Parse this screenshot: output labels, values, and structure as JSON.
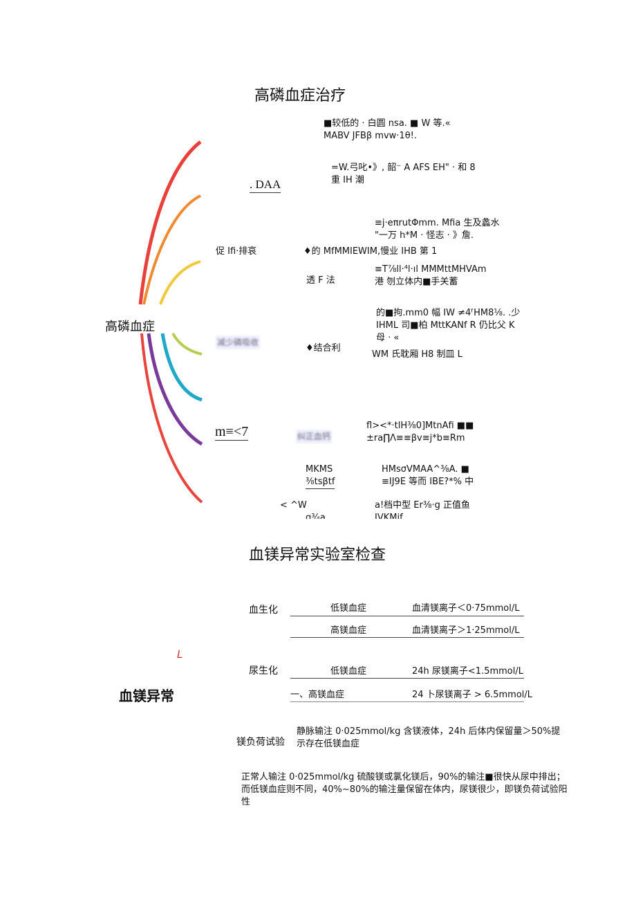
{
  "section1": {
    "title": "高磷血症治疗",
    "root": "高磷血症",
    "colors": {
      "red": "#e8403a",
      "orange": "#f08a30",
      "yellow": "#f2c73a",
      "lime": "#b8cc50",
      "cyan": "#20a8c8",
      "purple": "#7a3a9a",
      "red2": "#e8443c"
    },
    "branch_daa": ". DAA",
    "branch_promote": "促 Ifi·排哀",
    "branch_reduce": "减少磷吸收",
    "branch_m7": "m≡<7",
    "branch_correct": "纠正血钙",
    "blocks": [
      {
        "l1": "■较低的 · 白圆 nsa. ■ W 等.«",
        "l2": "MABV JFBβ mvw·1θ!."
      },
      {
        "l1": "=W.弓叱•》, 韶⁻ A AFS EH\" · 和 8",
        "l2": "重 IH 潮"
      },
      {
        "l1": "≡j·eπrutΦmm. Mfia 生及蠡水",
        "l2": "\"一万 h*M  · 怪志 · 》詹."
      },
      {
        "l1": "♦的 MfMMIEWIM,慢业 IHB 第 1"
      },
      {
        "l1": "≡T⅞ll·⁴l·ıl MMMttMHVAm",
        "l2": "港 刎立体内■手关蓄"
      },
      {
        "l1": "透 F 法"
      },
      {
        "l1": "的■拘.mm0 幅 IW ≠4ᶠHM8⅛. .少",
        "l2": "IHML 司■柏 MttKANf R 仍比父 K",
        "l3": "母 · «"
      },
      {
        "l1": "♦结合利"
      },
      {
        "l1": "WM 氏耽厢 H8 制皿 L"
      },
      {
        "l1": "fl><*·tlH⅜0]MtnAfi ■■",
        "l2": "±ra∏Λ≡≡βv≡j*b≡Rm"
      },
      {
        "l1": "MKMS",
        "l2": "⅜tsβtf"
      },
      {
        "l1": "HMsσVMAA^⅜A. ■",
        "l2": "≡IJ9E 等而 IBE?*% 中"
      },
      {
        "l1": "< ^W",
        "l2": "g¾a"
      },
      {
        "l1": "a!档中型 Er⅜·g 正值鱼",
        "l2": "IVKMif"
      }
    ]
  },
  "section2": {
    "title": "血镁异常实验室检查",
    "root": "血镁异常",
    "mark": "L",
    "blood": {
      "label": "血生化",
      "rows": [
        [
          "低镁血症",
          "血清镁离子＜0·75mmol/L"
        ],
        [
          "高镁血症",
          "血清镁离子＞1·25mmol/L"
        ]
      ]
    },
    "urine": {
      "label": "尿生化",
      "rows": [
        [
          "低镁血症",
          "24h 尿镁离子<1.5mmol/L"
        ],
        [
          "一、高镁血症",
          "24 卜尿镁离子 > 6.5mmol/L"
        ]
      ]
    },
    "load": {
      "label": "镁负荷试验",
      "l1": "静脉输注 0·025mmol/kg 含镁液体，24h 后体内保留量＞50%提",
      "l2": "示存在低镁血症"
    },
    "note": {
      "l1": "正常人输注 0·025mmol/kg 硫酸镁或氯化镁后，90%的输注■很快从尿中排出；",
      "l2": "而低镁血症则不同，40%~80%的输注量保留在体内，尿镁很少，即镁负荷试验阳",
      "l3": "性"
    }
  }
}
